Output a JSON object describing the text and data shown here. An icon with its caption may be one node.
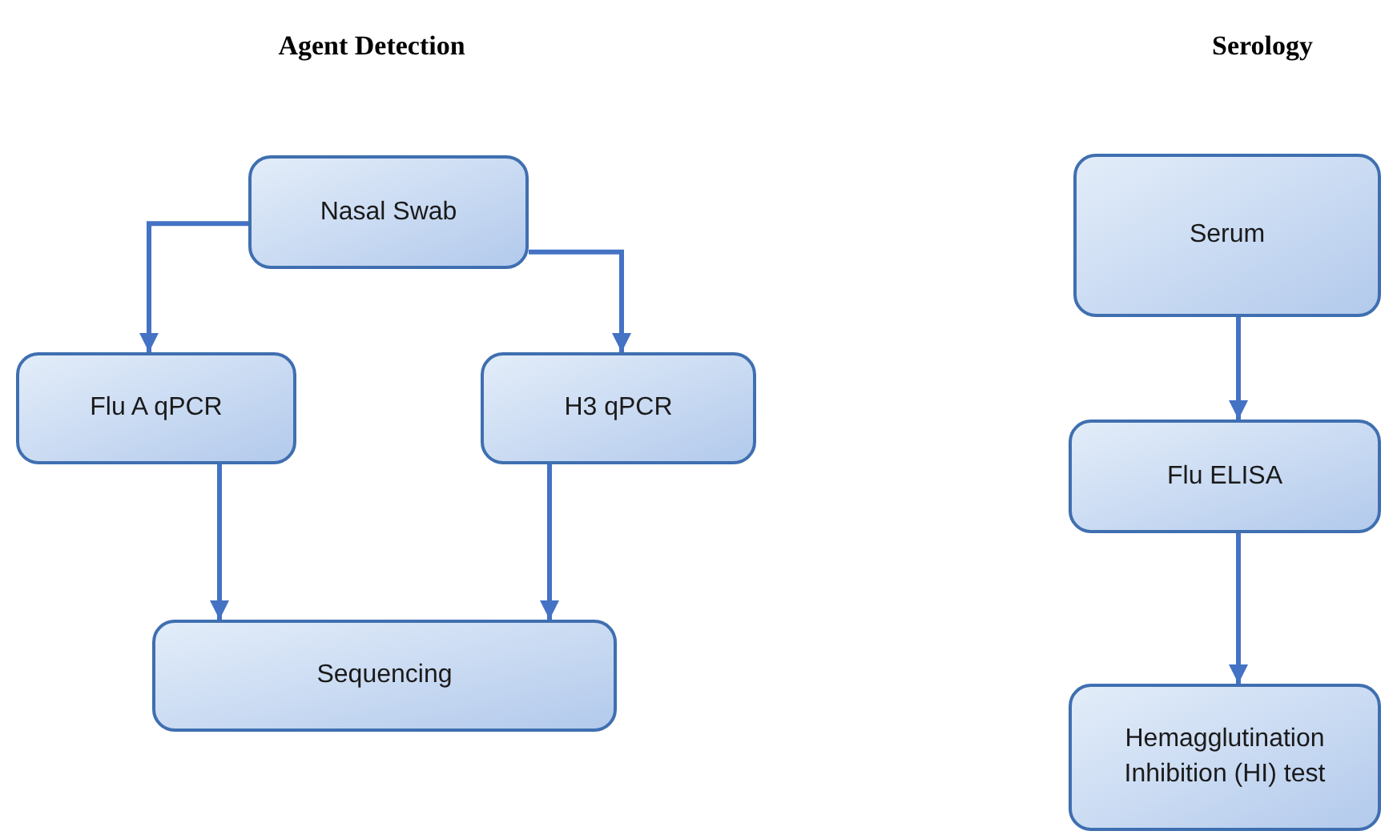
{
  "diagram": {
    "nodes": [
      {
        "text": [
          "Nasal Swab"
        ]
      },
      {
        "text": [
          "Flu A qPCR"
        ]
      },
      {
        "text": [
          "H3 qPCR"
        ]
      },
      {
        "text": [
          "Sequencing"
        ]
      },
      {
        "text": [
          "Serum"
        ]
      },
      {
        "text": [
          "Flu ELISA"
        ]
      },
      {
        "text": [
          "Hemagglutination Inhibition (HI) test"
        ]
      }
    ],
    "edges": [
      {
        "from": 0,
        "to": 1,
        "arrow": "to"
      },
      {
        "from": 0,
        "to": 2,
        "arrow": "to"
      },
      {
        "from": 1,
        "to": 3,
        "arrow": "to"
      },
      {
        "from": 2,
        "to": 3,
        "arrow": "to"
      },
      {
        "from": 4,
        "to": 5,
        "arrow": "to"
      },
      {
        "from": 5,
        "to": 6,
        "arrow": "to"
      }
    ],
    "labels": [
      "Agent Detection",
      "Serology"
    ]
  }
}
